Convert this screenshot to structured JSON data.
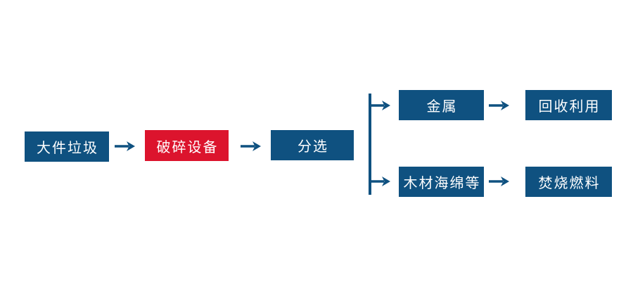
{
  "diagram": {
    "background": "#FFFFFF",
    "colors": {
      "node_blue": "#0F5180",
      "node_red": "#DC142D",
      "label_text": "#FFFFFF",
      "connector": "#0F5180"
    },
    "nodes": {
      "bulky_waste": {
        "label": "大件垃圾",
        "color": "blue"
      },
      "crushing_equipment": {
        "label": "破碎设备",
        "color": "red"
      },
      "sorting": {
        "label": "分选",
        "color": "blue"
      },
      "metal": {
        "label": "金属",
        "color": "blue"
      },
      "recycling": {
        "label": "回收利用",
        "color": "blue"
      },
      "wood_sponge_etc": {
        "label": "木材海绵等",
        "color": "blue"
      },
      "incineration_fuel": {
        "label": "焚烧燃料",
        "color": "blue"
      }
    },
    "edges": [
      {
        "from": "bulky_waste",
        "to": "crushing_equipment"
      },
      {
        "from": "crushing_equipment",
        "to": "sorting"
      },
      {
        "from": "sorting",
        "to": "metal"
      },
      {
        "from": "sorting",
        "to": "wood_sponge_etc"
      },
      {
        "from": "metal",
        "to": "recycling"
      },
      {
        "from": "wood_sponge_etc",
        "to": "incineration_fuel"
      }
    ]
  }
}
